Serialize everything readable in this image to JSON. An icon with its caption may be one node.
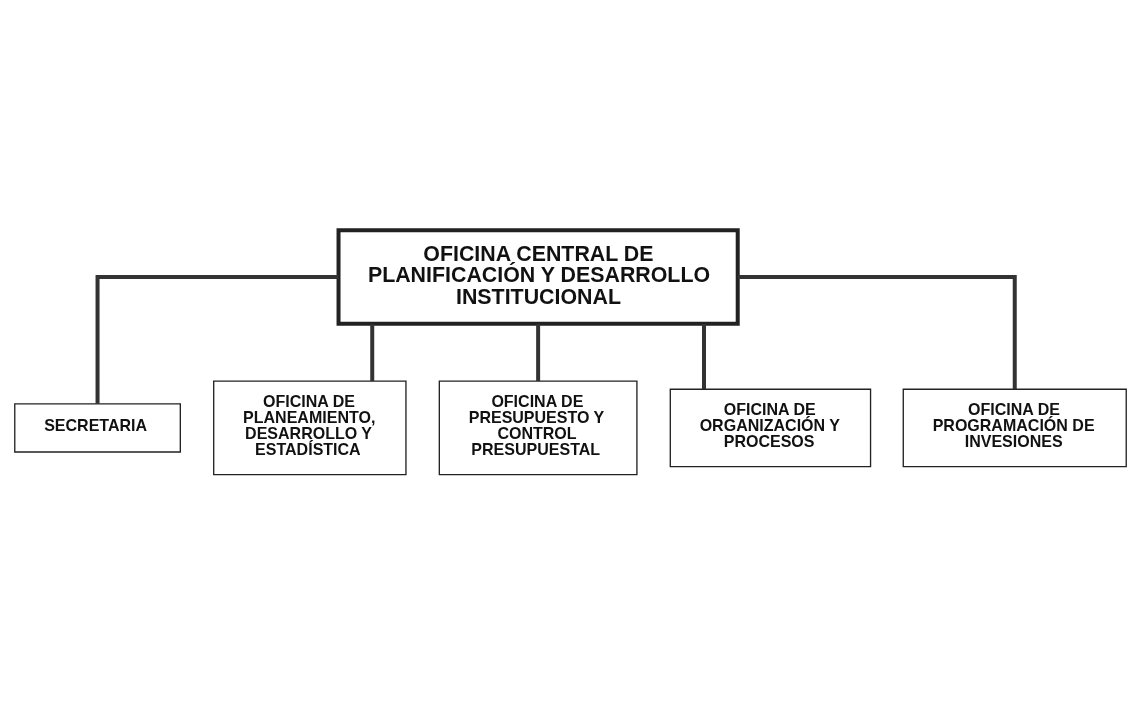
{
  "diagram": {
    "nodes": [
      {
        "text": [
          "OFICINA CENTRAL DE PLANIFICACIÓN Y DESARROLLO INSTITUCIONAL"
        ]
      },
      {
        "text": [
          "SECRETARIA"
        ]
      },
      {
        "text": [
          "OFICINA DE PLANEAMIENTO, DESARROLLO Y ESTADÍSTICA"
        ]
      },
      {
        "text": [
          "OFICINA DE PRESUPUESTO Y CONTROL PRESUPUESTAL"
        ]
      },
      {
        "text": [
          "OFICINA DE ORGANIZACIÓN Y PROCESOS"
        ]
      },
      {
        "text": [
          "OFICINA DE PROGRAMACIÓN DE INVESIONES"
        ]
      }
    ],
    "edges": [
      {
        "from": 0,
        "to": 1,
        "arrow": "none"
      },
      {
        "from": 0,
        "to": 2,
        "arrow": "none"
      },
      {
        "from": 0,
        "to": 3,
        "arrow": "none"
      },
      {
        "from": 0,
        "to": 4,
        "arrow": "none"
      },
      {
        "from": 0,
        "to": 5,
        "arrow": "none"
      }
    ]
  }
}
